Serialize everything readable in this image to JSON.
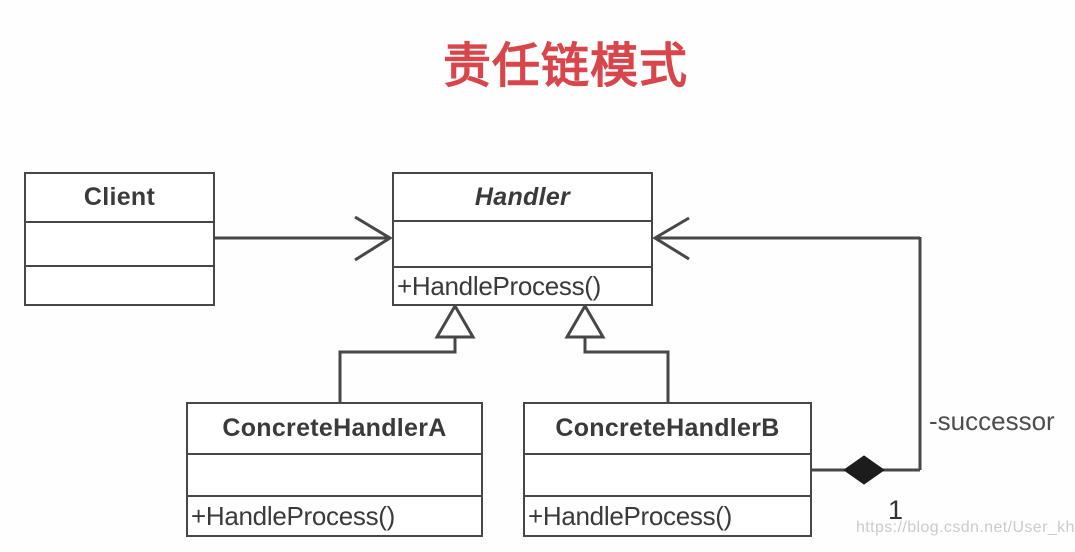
{
  "title": {
    "text": "责任链模式",
    "color": "#d8454b"
  },
  "classes": {
    "client": {
      "name": "Client",
      "attributes": "",
      "methods": ""
    },
    "handler": {
      "name": "Handler",
      "attributes": "",
      "methods": "+HandleProcess()"
    },
    "concrete_handler_a": {
      "name": "ConcreteHandlerA",
      "attributes": "",
      "methods": "+HandleProcess()"
    },
    "concrete_handler_b": {
      "name": "ConcreteHandlerB",
      "attributes": "",
      "methods": "+HandleProcess()"
    }
  },
  "relations": {
    "successor_label": "-successor",
    "multiplicity": "1"
  },
  "watermark": "https://blog.csdn.net/User_kh",
  "colors": {
    "line": "#474747",
    "box_text": "#3a3a3a",
    "title_red": "#d8454b",
    "watermark_gray": "#cbcbcb"
  }
}
